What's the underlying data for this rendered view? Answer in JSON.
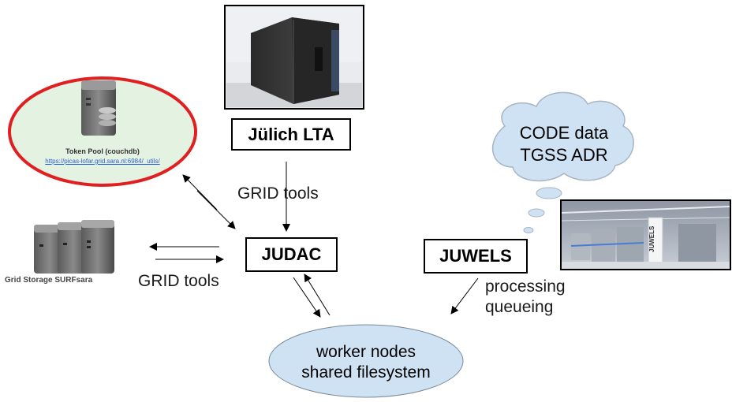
{
  "boxes": {
    "julich": "Jülich LTA",
    "judac": "JUDAC",
    "juwels": "JUWELS"
  },
  "token_pool": {
    "caption": "Token Pool (couchdb)",
    "url": "https://picas-lofar.grid.sara.nl:6984/_utils/"
  },
  "grid_storage": {
    "caption": "Grid Storage SURFsara"
  },
  "labels": {
    "grid_tools_top": "GRID tools",
    "grid_tools_left": "GRID tools",
    "processing": "processing",
    "queueing": "queueing"
  },
  "thought_cloud": {
    "line1": "CODE data",
    "line2": "TGSS ADR"
  },
  "worker": {
    "line1": "worker nodes",
    "line2": "shared filesystem"
  },
  "juwels_rack_label": "JUWELS",
  "colors": {
    "bubble_fill": "#cfe2f3",
    "token_ellipse_stroke": "#e02020",
    "token_ellipse_fill": "#e4f2e2"
  }
}
